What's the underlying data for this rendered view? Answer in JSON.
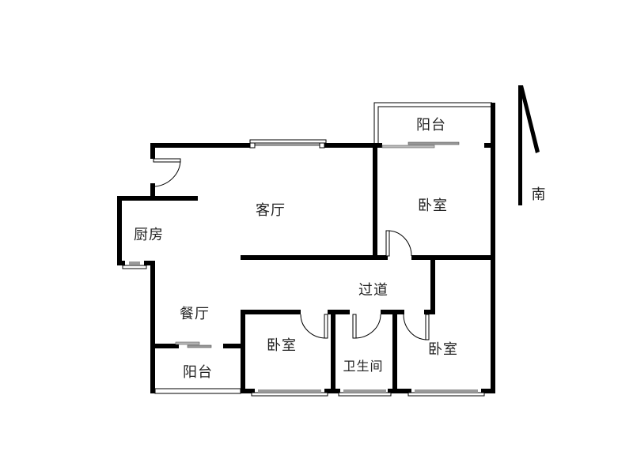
{
  "floorplan": {
    "rooms": {
      "living_room": "客厅",
      "kitchen": "厨房",
      "dining_room": "餐厅",
      "balcony_south": "阳台",
      "balcony_north": "阳台",
      "bedroom_master": "卧室",
      "bedroom_small": "卧室",
      "bedroom_right": "卧室",
      "bathroom": "卫生间",
      "hallway": "过道"
    },
    "compass": {
      "label": "南"
    },
    "colors": {
      "wall": "#000000",
      "window": "#9a9a9a",
      "background": "#ffffff"
    }
  }
}
